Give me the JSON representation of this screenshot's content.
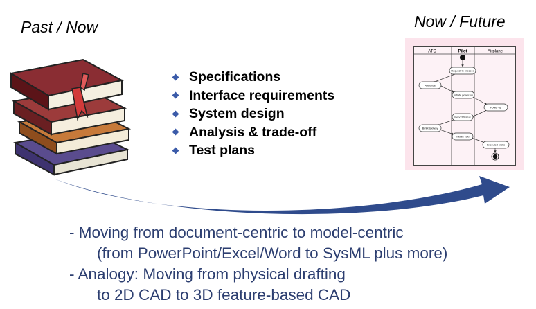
{
  "headings": {
    "past": "Past / Now",
    "future": "Now / Future"
  },
  "bullets": [
    "Specifications",
    "Interface requirements",
    "System design",
    "Analysis & trade-off",
    "Test plans"
  ],
  "diagram": {
    "lanes": [
      "ATC",
      "Pilot",
      "Airplane"
    ],
    "nodes": {
      "request": "Request to proceed",
      "authorize": "Authorize",
      "initiate_powerup": "Initiate power-up",
      "powerup": "Power-up",
      "report": "Report Status",
      "taxiway": "Bmbt taxiway",
      "initiate_taxi": "Initiate Taxi",
      "executed": "Executed orolls"
    }
  },
  "notes": [
    "- Moving from document-centric to model-centric",
    "(from PowerPoint/Excel/Word to SysML plus more)",
    "- Analogy: Moving from physical drafting",
    "to 2D CAD to 3D feature-based CAD"
  ],
  "colors": {
    "bullet": "#3b5ba9",
    "arc": "#2f4b8c",
    "panel": "#fce4ec",
    "notes_text": "#2c3e70"
  }
}
